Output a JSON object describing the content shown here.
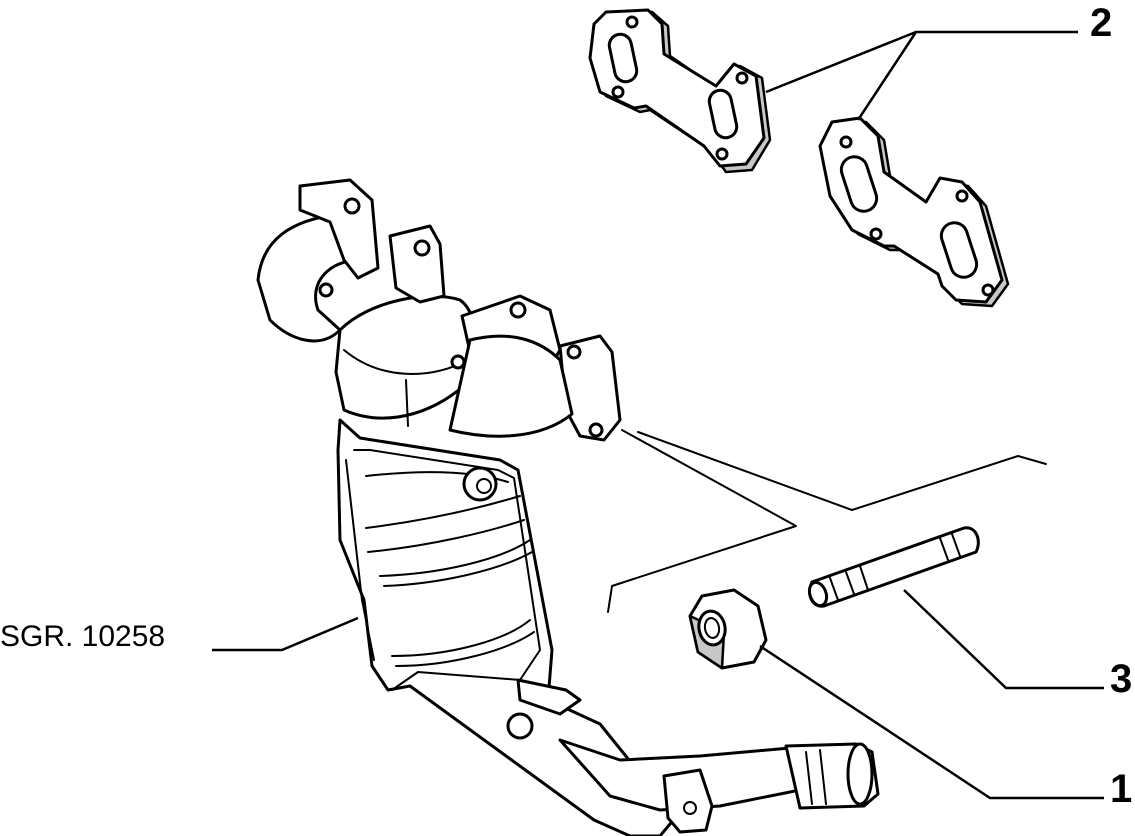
{
  "callouts": {
    "nut": "1",
    "gaskets": "2",
    "stud": "3"
  },
  "reference": "SGR. 10258"
}
